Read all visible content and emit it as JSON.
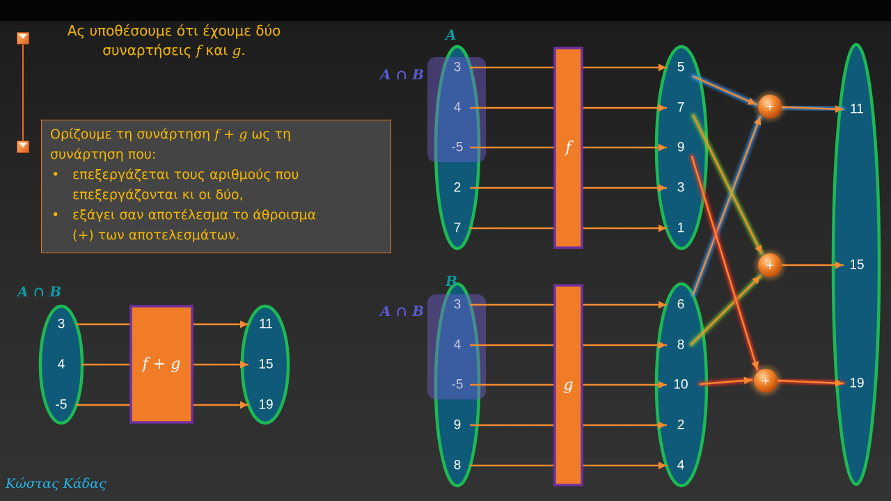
{
  "intro": {
    "line1": "Ας υποθέσουμε ότι έχουμε δύο",
    "line2_prefix": "συναρτήσεις ",
    "f": "f",
    "line2_mid": " και ",
    "g": "g",
    "line2_suffix": "."
  },
  "definition": {
    "line1_prefix": "Ορίζουμε τη συνάρτηση ",
    "fg": "f + g",
    "line1_suffix": " ως τη",
    "line2": "συνάρτηση που:",
    "bullet_symbol": "•",
    "bullet1": "επεξεργάζεται τους αριθμούς που επεξεργάζονται κι οι δύο,",
    "bullet2_line1": "εξάγει σαν αποτέλεσμα το άθροισμα",
    "bullet2_line2_prefix": "(",
    "plus_symbol": "+",
    "bullet2_line2_suffix": ") των αποτελεσμάτων."
  },
  "signature": "Κώστας Κάδας",
  "small_diagram": {
    "set_label": "A ∩ B",
    "function_label": "f + g",
    "inputs": [
      "3",
      "4",
      "-5"
    ],
    "outputs": [
      "11",
      "15",
      "19"
    ]
  },
  "f_diagram": {
    "set_label": "A",
    "intersection_label": "A ∩ B",
    "function_label": "f",
    "inputs": [
      "3",
      "4",
      "-5",
      "2",
      "7"
    ],
    "outputs": [
      "5",
      "7",
      "9",
      "3",
      "1"
    ]
  },
  "g_diagram": {
    "set_label": "B",
    "intersection_label": "A ∩ B",
    "function_label": "g",
    "inputs": [
      "3",
      "4",
      "-5",
      "9",
      "8"
    ],
    "outputs": [
      "6",
      "8",
      "10",
      "2",
      "4"
    ]
  },
  "sum_nodes": [
    "+",
    "+",
    "+"
  ],
  "results": [
    "11",
    "15",
    "19"
  ],
  "colors": {
    "text_accent": "#f5b800",
    "set_outline": "#1db954",
    "set_fill": "#0e5a78",
    "function_box": "#f07c28",
    "function_border": "#7030a0",
    "arrow_blue": "#3fa0ff",
    "arrow_green": "#7cd632",
    "arrow_red": "#ff3020",
    "arrow_core": "#f58a30",
    "intersection_fill": "#7060d0",
    "signature": "#23b5e8"
  }
}
